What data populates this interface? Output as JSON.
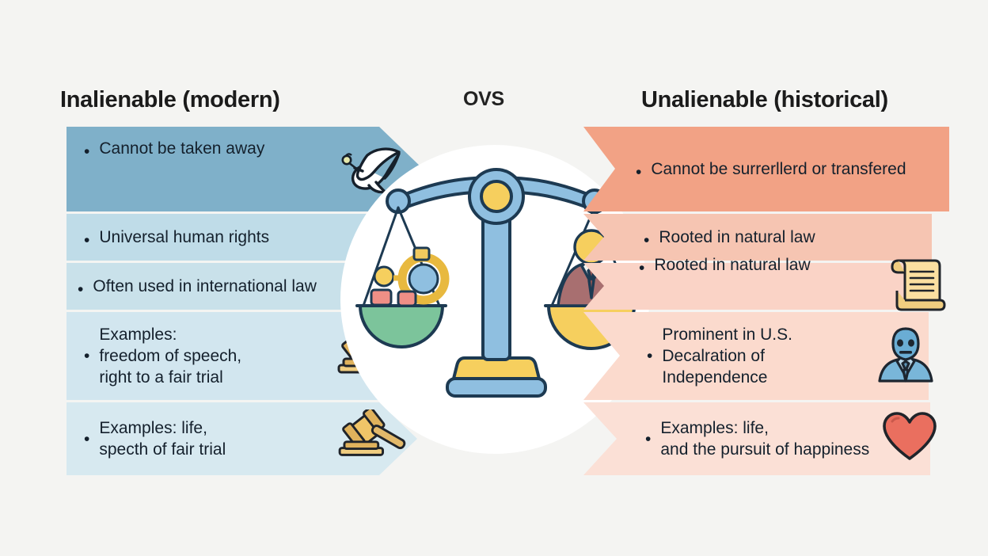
{
  "headings": {
    "left": "Inalienable (modern)",
    "center": "OVS",
    "right": "Unalienable (historical)"
  },
  "colors": {
    "background": "#f4f4f2",
    "left_band_top": "#7fb0c9",
    "left_band_bottom": "#d6e8f0",
    "right_band_top": "#f2a285",
    "right_band_bottom": "#fae2da",
    "text": "#14202c",
    "circle": "#ffffff",
    "scale_blue": "#7cb2da",
    "scale_yellow": "#f6cf5e",
    "pan_green": "#7cc49b",
    "pan_yellow": "#f6cf5e",
    "heart": "#ea6f5f",
    "gavel": "#dfa95a"
  },
  "left_column": {
    "title": "Inalienable (modern)",
    "items": [
      {
        "bullet": "•",
        "text": "Cannot be taken away",
        "icon": "dove-icon",
        "icon_label": "dove"
      },
      {
        "bullet": "•",
        "text": "Universal human rights",
        "icon": "",
        "icon_label": ""
      },
      {
        "bullet": "•",
        "text": "Often used in international law",
        "icon": "",
        "icon_label": ""
      },
      {
        "bullet": "•",
        "text": "Examples:\nfreedom of speech,\nright to a fair trial",
        "icon": "gavel-icon",
        "icon_label": "gavel"
      },
      {
        "bullet": "•",
        "text": "Examples: life,\nspecth of fair trial",
        "icon": "gavel-icon",
        "icon_label": "gavel"
      }
    ]
  },
  "right_column": {
    "title": "Unalienable (historical)",
    "items": [
      {
        "bullet": "•",
        "text": "Cannot be surrerllerd or transfered",
        "icon": "",
        "icon_label": ""
      },
      {
        "bullet": "•",
        "text": "Rooted in natural law",
        "icon": "",
        "icon_label": ""
      },
      {
        "bullet": "•",
        "text": "Rooted in natural law",
        "icon": "scroll-icon",
        "icon_label": "scroll document"
      },
      {
        "bullet": "•",
        "text": "Prominent in U.S.\nDecalration of\nIndependence",
        "icon": "founder-icon",
        "icon_label": "founding father in suit"
      },
      {
        "bullet": "•",
        "text": "Examples: life,\nand the pursuit of happiness",
        "icon": "heart-icon",
        "icon_label": "heart"
      }
    ]
  },
  "center_illustration": {
    "name": "balance-scale",
    "left_pan_color": "#7cc49b",
    "right_pan_color": "#f6cf5e",
    "left_pan_contents": "abstract shapes / rights symbols",
    "right_pan_contents": "person in suit"
  }
}
